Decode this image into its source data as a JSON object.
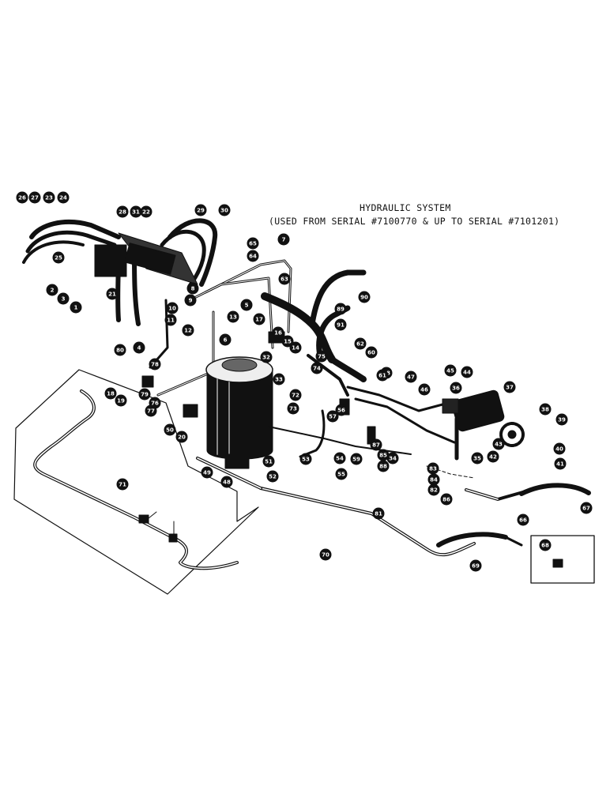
{
  "title": {
    "line1": "HYDRAULIC SYSTEM",
    "line2": "(USED FROM SERIAL #7100770 & UP TO SERIAL #7101201)"
  },
  "part_numbers": [
    "1",
    "2",
    "3",
    "4",
    "5",
    "6",
    "7",
    "8",
    "9",
    "10",
    "11",
    "12",
    "13",
    "14",
    "15",
    "16",
    "17",
    "18",
    "19",
    "20",
    "21",
    "22",
    "23",
    "24",
    "25",
    "26",
    "27",
    "28",
    "29",
    "30",
    "31",
    "32",
    "33",
    "34",
    "35",
    "36",
    "37",
    "38",
    "39",
    "40",
    "41",
    "42",
    "43",
    "44",
    "45",
    "46",
    "47",
    "48",
    "49",
    "50",
    "51",
    "52",
    "53",
    "54",
    "55",
    "56",
    "57",
    "58",
    "59",
    "60",
    "61",
    "62",
    "63",
    "64",
    "65",
    "66",
    "67",
    "68",
    "69",
    "70",
    "71",
    "72",
    "73",
    "74",
    "75",
    "76",
    "77",
    "78",
    "79",
    "80",
    "81",
    "82",
    "83",
    "84",
    "85",
    "86",
    "87",
    "88",
    "89",
    "90",
    "91"
  ],
  "colors": {
    "ink": "#111111",
    "paper": "#ffffff"
  }
}
